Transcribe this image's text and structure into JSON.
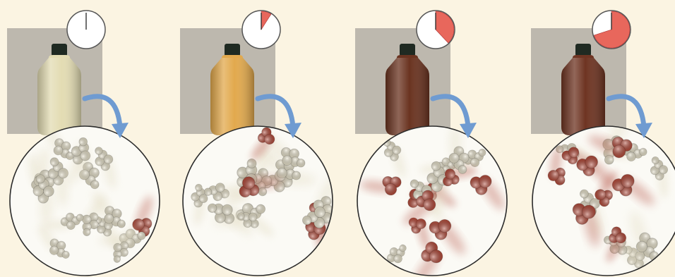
{
  "colors": {
    "background": "#fbf4e2",
    "photo_backdrop": "#c9c4b9",
    "reactant": "#e6e0c9",
    "product": "#b04a3a",
    "clock_fill": "#e8675c",
    "arrow": "#6f9bd1"
  },
  "stages": [
    {
      "elapsed_fraction": 0.0,
      "liquid_color": "#e3dcb3",
      "product_molecules": 1
    },
    {
      "elapsed_fraction": 0.09,
      "liquid_color": "#e2a94d",
      "product_molecules": 4
    },
    {
      "elapsed_fraction": 0.38,
      "liquid_color": "#6a3320",
      "product_molecules": 9
    },
    {
      "elapsed_fraction": 0.7,
      "liquid_color": "#6e3422",
      "product_molecules": 8
    }
  ]
}
